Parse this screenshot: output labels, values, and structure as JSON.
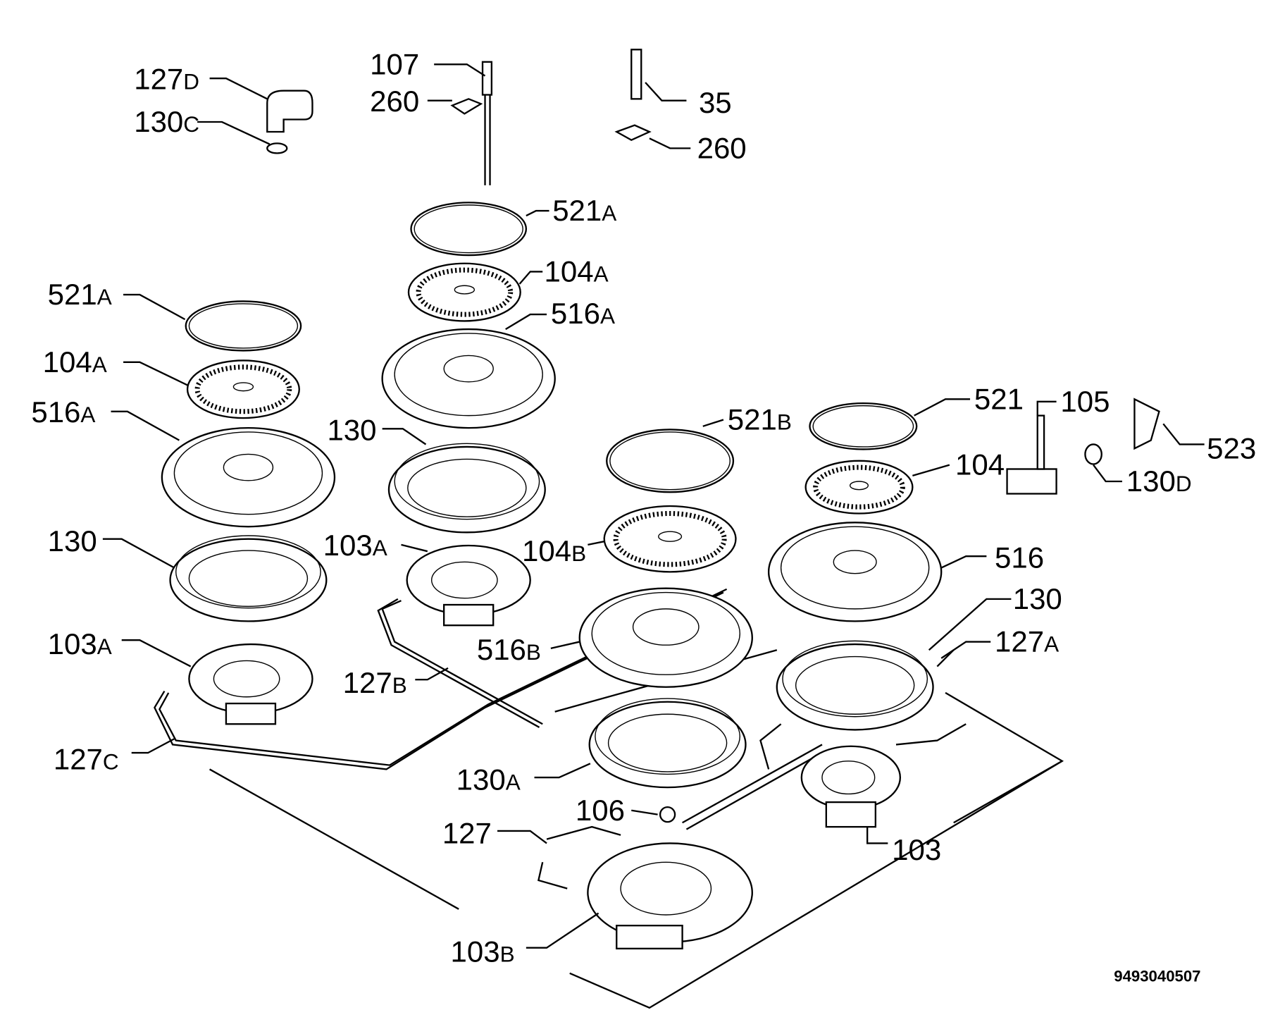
{
  "diagram": {
    "title_code": "9493040507",
    "labels": [
      {
        "num": "127",
        "sfx": "D"
      },
      {
        "num": "130",
        "sfx": "C"
      },
      {
        "num": "107",
        "sfx": ""
      },
      {
        "num": "260",
        "sfx": ""
      },
      {
        "num": "35",
        "sfx": ""
      },
      {
        "num": "260",
        "sfx": ""
      },
      {
        "num": "521",
        "sfx": "A"
      },
      {
        "num": "104",
        "sfx": "A"
      },
      {
        "num": "516",
        "sfx": "A"
      },
      {
        "num": "521",
        "sfx": "A"
      },
      {
        "num": "104",
        "sfx": "A"
      },
      {
        "num": "516",
        "sfx": "A"
      },
      {
        "num": "130",
        "sfx": ""
      },
      {
        "num": "521",
        "sfx": "B"
      },
      {
        "num": "521",
        "sfx": ""
      },
      {
        "num": "105",
        "sfx": ""
      },
      {
        "num": "523",
        "sfx": ""
      },
      {
        "num": "104",
        "sfx": ""
      },
      {
        "num": "130",
        "sfx": "D"
      },
      {
        "num": "130",
        "sfx": ""
      },
      {
        "num": "103",
        "sfx": "A"
      },
      {
        "num": "104",
        "sfx": "B"
      },
      {
        "num": "516",
        "sfx": ""
      },
      {
        "num": "130",
        "sfx": ""
      },
      {
        "num": "127",
        "sfx": "A"
      },
      {
        "num": "103",
        "sfx": "A"
      },
      {
        "num": "516",
        "sfx": "B"
      },
      {
        "num": "127",
        "sfx": "B"
      },
      {
        "num": "127",
        "sfx": "C"
      },
      {
        "num": "130",
        "sfx": "A"
      },
      {
        "num": "106",
        "sfx": ""
      },
      {
        "num": "127",
        "sfx": ""
      },
      {
        "num": "103",
        "sfx": ""
      },
      {
        "num": "103",
        "sfx": "B"
      }
    ]
  }
}
